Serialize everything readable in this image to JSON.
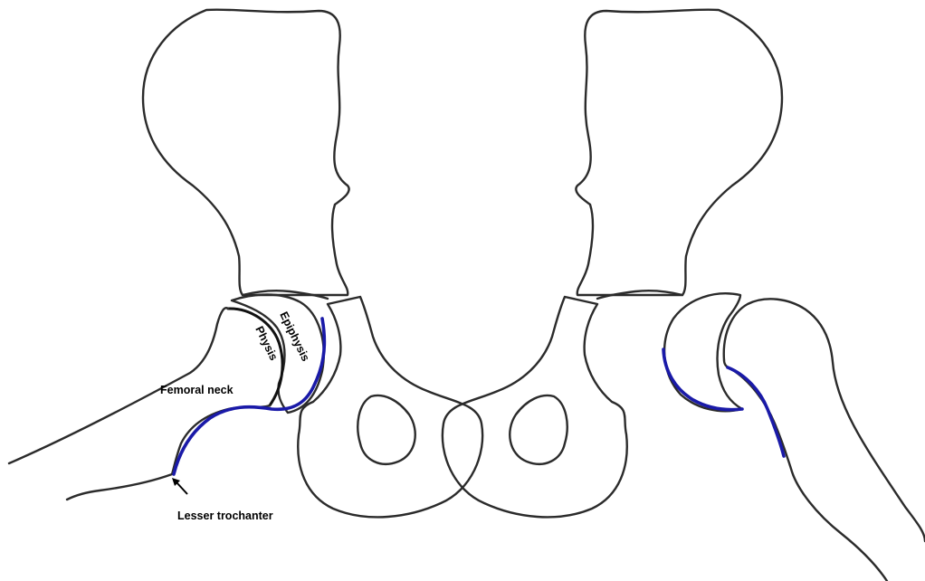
{
  "labels": {
    "epiphysis": "Epiphysis",
    "physis": "Physis",
    "femoral_neck": "Femoral neck",
    "lesser_trochanter": "Lesser trochanter"
  },
  "colors": {
    "outline": "#2b2b2b",
    "highlight": "#1a1aa8",
    "background": "#ffffff"
  }
}
